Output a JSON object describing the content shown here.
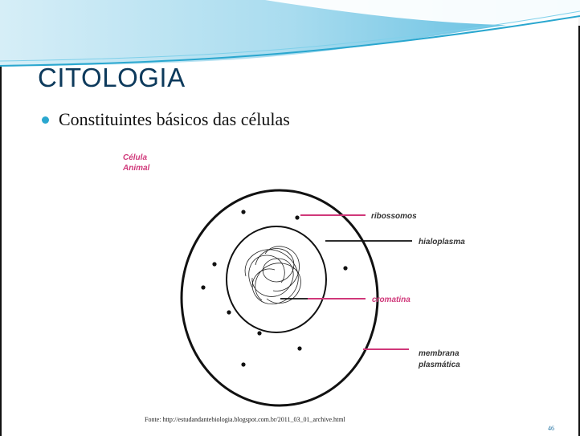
{
  "slide": {
    "title": "CITOLOGIA",
    "bullet": "Constituintes básicos das células",
    "source": "Fonte: http://estudandantebiologia.blogspot.com.br/2011_03_01_archive.html",
    "page_number": "46"
  },
  "diagram": {
    "cell_title_line1": "Célula",
    "cell_title_line2": "Animal",
    "labels": {
      "ribossomos": "ribossomos",
      "hialoplasma": "hialoplasma",
      "cromatina": "cromatina",
      "membrana_line1": "membrana",
      "membrana_line2": "plasmática"
    }
  },
  "colors": {
    "title": "#0d3a5c",
    "accent_blue": "#2aa7cf",
    "label_pink": "#d0387a",
    "pointer_dark": "#111111"
  }
}
